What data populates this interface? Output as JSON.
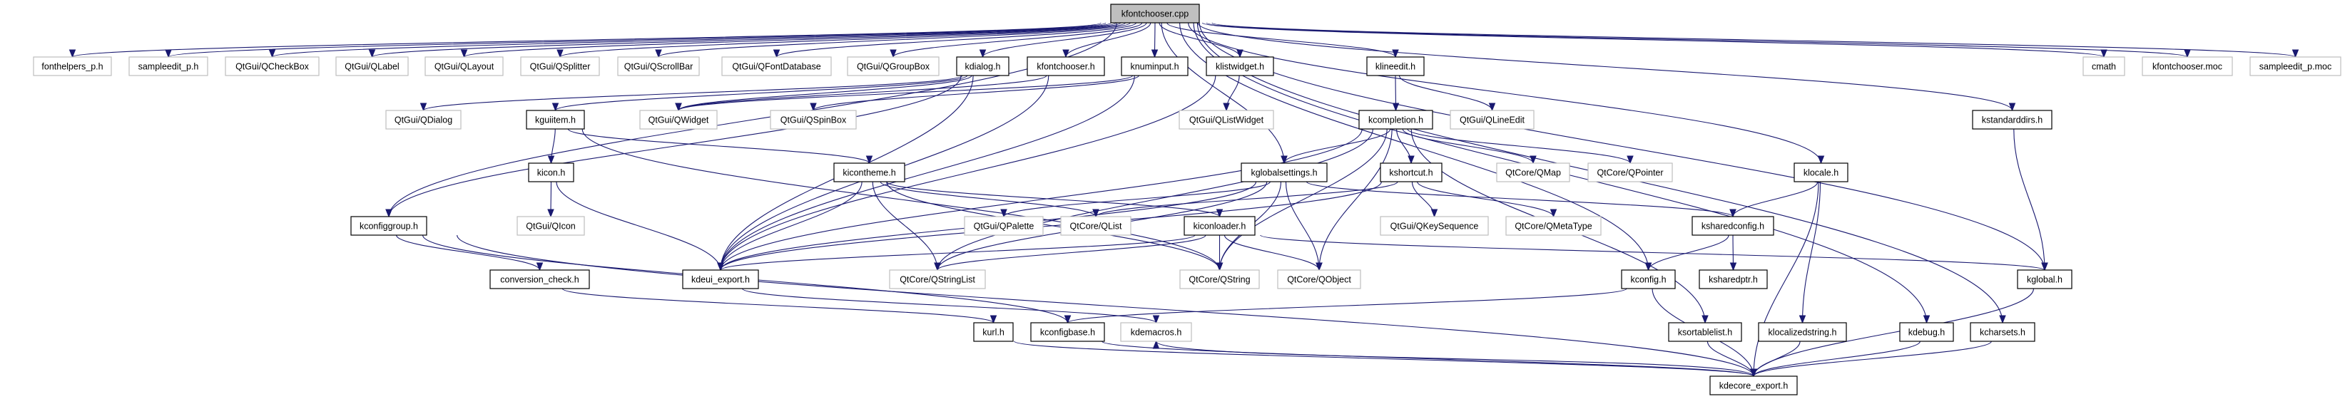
{
  "colors": {
    "edge": "#191970",
    "root_fill": "#bfbfbf",
    "external_border": "#bfbfbf",
    "documented_border": "#000000"
  },
  "nodes": [
    {
      "id": "root",
      "label": "kfontchooser.cpp",
      "kind": "root"
    },
    {
      "id": "fonthelpers",
      "label": "fonthelpers_p.h",
      "kind": "external"
    },
    {
      "id": "sampleedit",
      "label": "sampleedit_p.h",
      "kind": "external"
    },
    {
      "id": "qcheckbox",
      "label": "QtGui/QCheckBox",
      "kind": "external"
    },
    {
      "id": "qlabel",
      "label": "QtGui/QLabel",
      "kind": "external"
    },
    {
      "id": "qlayout",
      "label": "QtGui/QLayout",
      "kind": "external"
    },
    {
      "id": "qsplitter",
      "label": "QtGui/QSplitter",
      "kind": "external"
    },
    {
      "id": "qscrollbar",
      "label": "QtGui/QScrollBar",
      "kind": "external"
    },
    {
      "id": "qfontdatabase",
      "label": "QtGui/QFontDatabase",
      "kind": "external"
    },
    {
      "id": "qgroupbox",
      "label": "QtGui/QGroupBox",
      "kind": "external"
    },
    {
      "id": "kdialog",
      "label": "kdialog.h",
      "kind": "documented"
    },
    {
      "id": "kfontchooserh",
      "label": "kfontchooser.h",
      "kind": "documented"
    },
    {
      "id": "knuminput",
      "label": "knuminput.h",
      "kind": "documented"
    },
    {
      "id": "klistwidget",
      "label": "klistwidget.h",
      "kind": "documented"
    },
    {
      "id": "klineedit",
      "label": "klineedit.h",
      "kind": "documented"
    },
    {
      "id": "cmath",
      "label": "cmath",
      "kind": "external"
    },
    {
      "id": "kfcmoc",
      "label": "kfontchooser.moc",
      "kind": "external"
    },
    {
      "id": "semoc",
      "label": "sampleedit_p.moc",
      "kind": "external"
    },
    {
      "id": "qdialog",
      "label": "QtGui/QDialog",
      "kind": "external"
    },
    {
      "id": "kguiitem",
      "label": "kguiitem.h",
      "kind": "documented"
    },
    {
      "id": "qwidget",
      "label": "QtGui/QWidget",
      "kind": "external"
    },
    {
      "id": "qspinbox",
      "label": "QtGui/QSpinBox",
      "kind": "external"
    },
    {
      "id": "qlistwidget",
      "label": "QtGui/QListWidget",
      "kind": "external"
    },
    {
      "id": "kcompletion",
      "label": "kcompletion.h",
      "kind": "documented"
    },
    {
      "id": "qlineedit",
      "label": "QtGui/QLineEdit",
      "kind": "external"
    },
    {
      "id": "kstandarddirs",
      "label": "kstandarddirs.h",
      "kind": "documented"
    },
    {
      "id": "kicon",
      "label": "kicon.h",
      "kind": "documented"
    },
    {
      "id": "kicontheme",
      "label": "kicontheme.h",
      "kind": "documented"
    },
    {
      "id": "kglobalsettings",
      "label": "kglobalsettings.h",
      "kind": "documented"
    },
    {
      "id": "kshortcut",
      "label": "kshortcut.h",
      "kind": "documented"
    },
    {
      "id": "qmap",
      "label": "QtCore/QMap",
      "kind": "external"
    },
    {
      "id": "qpointer",
      "label": "QtCore/QPointer",
      "kind": "external"
    },
    {
      "id": "klocale",
      "label": "klocale.h",
      "kind": "documented"
    },
    {
      "id": "kconfiggroup",
      "label": "kconfiggroup.h",
      "kind": "documented"
    },
    {
      "id": "qicon",
      "label": "QtGui/QIcon",
      "kind": "external"
    },
    {
      "id": "qpalette",
      "label": "QtGui/QPalette",
      "kind": "external"
    },
    {
      "id": "qlist",
      "label": "QtCore/QList",
      "kind": "external"
    },
    {
      "id": "kiconloader",
      "label": "kiconloader.h",
      "kind": "documented"
    },
    {
      "id": "qkeysequence",
      "label": "QtGui/QKeySequence",
      "kind": "external"
    },
    {
      "id": "qmetatype",
      "label": "QtCore/QMetaType",
      "kind": "external"
    },
    {
      "id": "ksharedconfig",
      "label": "ksharedconfig.h",
      "kind": "documented"
    },
    {
      "id": "conversion",
      "label": "conversion_check.h",
      "kind": "documented"
    },
    {
      "id": "kdeuiexport",
      "label": "kdeui_export.h",
      "kind": "documented"
    },
    {
      "id": "qstringlist",
      "label": "QtCore/QStringList",
      "kind": "external"
    },
    {
      "id": "qstring",
      "label": "QtCore/QString",
      "kind": "external"
    },
    {
      "id": "qobject",
      "label": "QtCore/QObject",
      "kind": "external"
    },
    {
      "id": "kconfig",
      "label": "kconfig.h",
      "kind": "documented"
    },
    {
      "id": "ksharedptr",
      "label": "ksharedptr.h",
      "kind": "documented"
    },
    {
      "id": "kglobal",
      "label": "kglobal.h",
      "kind": "documented"
    },
    {
      "id": "kurl",
      "label": "kurl.h",
      "kind": "documented"
    },
    {
      "id": "kconfigbase",
      "label": "kconfigbase.h",
      "kind": "documented"
    },
    {
      "id": "kdemacros",
      "label": "kdemacros.h",
      "kind": "external"
    },
    {
      "id": "ksortablelist",
      "label": "ksortablelist.h",
      "kind": "documented"
    },
    {
      "id": "klocalizedstring",
      "label": "klocalizedstring.h",
      "kind": "documented"
    },
    {
      "id": "kdebug",
      "label": "kdebug.h",
      "kind": "documented"
    },
    {
      "id": "kcharsets",
      "label": "kcharsets.h",
      "kind": "documented"
    },
    {
      "id": "kdecoreexport",
      "label": "kdecore_export.h",
      "kind": "documented"
    }
  ],
  "edges": [
    [
      "root",
      "fonthelpers"
    ],
    [
      "root",
      "sampleedit"
    ],
    [
      "root",
      "qcheckbox"
    ],
    [
      "root",
      "qlabel"
    ],
    [
      "root",
      "qlayout"
    ],
    [
      "root",
      "qsplitter"
    ],
    [
      "root",
      "qscrollbar"
    ],
    [
      "root",
      "qfontdatabase"
    ],
    [
      "root",
      "qgroupbox"
    ],
    [
      "root",
      "kdialog"
    ],
    [
      "root",
      "kfontchooserh"
    ],
    [
      "root",
      "knuminput"
    ],
    [
      "root",
      "klistwidget"
    ],
    [
      "root",
      "klineedit"
    ],
    [
      "root",
      "cmath"
    ],
    [
      "root",
      "kfcmoc"
    ],
    [
      "root",
      "semoc"
    ],
    [
      "root",
      "kglobalsettings"
    ],
    [
      "root",
      "kconfiggroup"
    ],
    [
      "root",
      "klocale"
    ],
    [
      "root",
      "kstandarddirs"
    ],
    [
      "root",
      "kcharsets"
    ],
    [
      "root",
      "kdebug"
    ],
    [
      "root",
      "kconfig"
    ],
    [
      "root",
      "kglobal"
    ],
    [
      "kdialog",
      "qdialog"
    ],
    [
      "kdialog",
      "kguiitem"
    ],
    [
      "kdialog",
      "qwidget"
    ],
    [
      "kdialog",
      "kdeuiexport"
    ],
    [
      "kdialog",
      "kconfiggroup"
    ],
    [
      "kfontchooserh",
      "qwidget"
    ],
    [
      "kfontchooserh",
      "kdeuiexport"
    ],
    [
      "knuminput",
      "qwidget"
    ],
    [
      "knuminput",
      "qspinbox"
    ],
    [
      "knuminput",
      "kdeuiexport"
    ],
    [
      "klistwidget",
      "qlistwidget"
    ],
    [
      "klistwidget",
      "kdeuiexport"
    ],
    [
      "klineedit",
      "kcompletion"
    ],
    [
      "klineedit",
      "qlineedit"
    ],
    [
      "kcompletion",
      "kglobalsettings"
    ],
    [
      "kcompletion",
      "kshortcut"
    ],
    [
      "kcompletion",
      "qmap"
    ],
    [
      "kcompletion",
      "qpointer"
    ],
    [
      "kcompletion",
      "qstringlist"
    ],
    [
      "kcompletion",
      "qstring"
    ],
    [
      "kcompletion",
      "qobject"
    ],
    [
      "kcompletion",
      "kdeuiexport"
    ],
    [
      "kcompletion",
      "ksortablelist"
    ],
    [
      "kguiitem",
      "kicon"
    ],
    [
      "kguiitem",
      "kicontheme"
    ],
    [
      "kguiitem",
      "qstring"
    ],
    [
      "kicon",
      "qicon"
    ],
    [
      "kicon",
      "kdeuiexport"
    ],
    [
      "kicontheme",
      "qlist"
    ],
    [
      "kicontheme",
      "qstringlist"
    ],
    [
      "kicontheme",
      "qstring"
    ],
    [
      "kicontheme",
      "kdeuiexport"
    ],
    [
      "kicontheme",
      "kiconloader"
    ],
    [
      "kglobalsettings",
      "qpalette"
    ],
    [
      "kglobalsettings",
      "qstring"
    ],
    [
      "kglobalsettings",
      "qobject"
    ],
    [
      "kglobalsettings",
      "kdeuiexport"
    ],
    [
      "kglobalsettings",
      "ksharedconfig"
    ],
    [
      "kglobalsettings",
      "qstringlist"
    ],
    [
      "kshortcut",
      "qkeysequence"
    ],
    [
      "kshortcut",
      "qmetatype"
    ],
    [
      "kshortcut",
      "qlist"
    ],
    [
      "kshortcut",
      "kdeuiexport"
    ],
    [
      "kiconloader",
      "qstring"
    ],
    [
      "kiconloader",
      "qobject"
    ],
    [
      "kiconloader",
      "qstringlist"
    ],
    [
      "kiconloader",
      "kdeuiexport"
    ],
    [
      "kiconloader",
      "kglobal"
    ],
    [
      "kconfiggroup",
      "conversion"
    ],
    [
      "kconfiggroup",
      "kconfigbase"
    ],
    [
      "kconfiggroup",
      "kdecoreexport"
    ],
    [
      "conversion",
      "kurl"
    ],
    [
      "kdeuiexport",
      "kdemacros"
    ],
    [
      "kurl",
      "kdecoreexport"
    ],
    [
      "kconfigbase",
      "kdecoreexport"
    ],
    [
      "klocale",
      "ksharedconfig"
    ],
    [
      "klocale",
      "klocalizedstring"
    ],
    [
      "klocale",
      "kdecoreexport"
    ],
    [
      "ksharedconfig",
      "kconfig"
    ],
    [
      "ksharedconfig",
      "ksharedptr"
    ],
    [
      "kconfig",
      "kconfigbase"
    ],
    [
      "kconfig",
      "kdecoreexport"
    ],
    [
      "kstandarddirs",
      "kglobal"
    ],
    [
      "kglobal",
      "kdecoreexport"
    ],
    [
      "ksortablelist",
      "kdecoreexport"
    ],
    [
      "klocalizedstring",
      "kdecoreexport"
    ],
    [
      "kdebug",
      "kdecoreexport"
    ],
    [
      "kcharsets",
      "kdecoreexport"
    ],
    [
      "kdecoreexport",
      "kdemacros"
    ]
  ]
}
